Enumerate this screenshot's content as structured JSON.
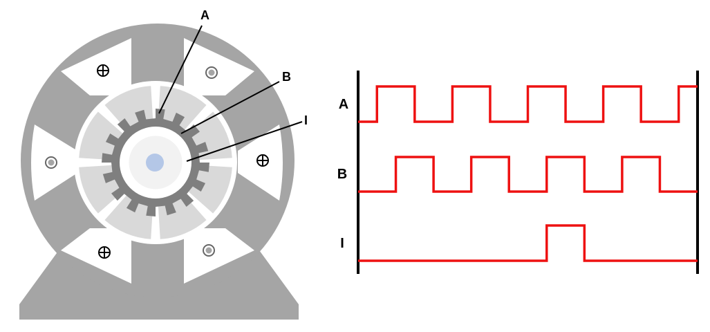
{
  "motor": {
    "callouts": {
      "a": "A",
      "b": "B",
      "i": "I"
    },
    "terminal_markers": [
      {
        "symbol": "plus"
      },
      {
        "symbol": "dot"
      },
      {
        "symbol": "dot"
      },
      {
        "symbol": "plus"
      },
      {
        "symbol": "plus"
      },
      {
        "symbol": "dot"
      }
    ],
    "colors": {
      "housing": "#a5a5a5",
      "stator_slot": "#ffffff",
      "rotor_segment": "#d9d9d9",
      "encoder_teeth": "#7f7f7f",
      "hub": "#f2f2f2",
      "shaft": "#b4c7e7"
    }
  },
  "timing": {
    "channels": [
      {
        "label": "A",
        "levels": [
          0,
          1,
          1,
          0,
          0,
          1,
          1,
          0,
          0,
          1,
          1,
          0,
          0,
          1,
          1,
          0,
          0,
          1
        ]
      },
      {
        "label": "B",
        "levels": [
          0,
          0,
          1,
          1,
          0,
          0,
          1,
          1,
          0,
          0,
          1,
          1,
          0,
          0,
          1,
          1,
          0,
          0
        ]
      },
      {
        "label": "I",
        "levels": [
          0,
          0,
          0,
          0,
          0,
          0,
          0,
          0,
          0,
          0,
          1,
          1,
          0,
          0,
          0,
          0,
          0,
          0
        ]
      }
    ],
    "colors": {
      "signal": "#ee1111",
      "frame": "#000000"
    }
  }
}
